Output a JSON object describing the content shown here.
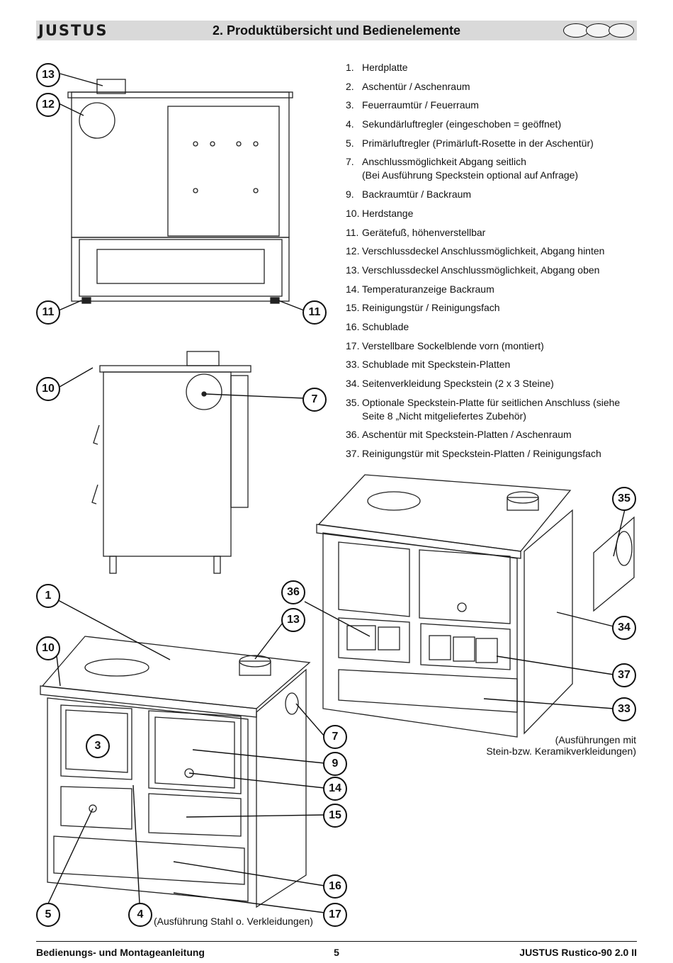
{
  "header": {
    "brand": "JUSTUS",
    "title": "2. Produktübersicht und Bedienelemente"
  },
  "parts": [
    {
      "num": "1.",
      "text": "Herdplatte"
    },
    {
      "num": "2.",
      "text": "Aschentür / Aschenraum"
    },
    {
      "num": "3.",
      "text": "Feuerraumtür / Feuerraum"
    },
    {
      "num": "4.",
      "text": "Sekundärluftregler (eingeschoben = geöffnet)"
    },
    {
      "num": "5.",
      "text": "Primärluftregler (Primärluft-Rosette in der Aschentür)"
    },
    {
      "num": "7.",
      "text": "Anschlussmöglichkeit Abgang seitlich",
      "sub": "(Bei Ausführung Speckstein optional auf Anfrage)"
    },
    {
      "num": "9.",
      "text": "Backraumtür / Backraum"
    },
    {
      "num": "10.",
      "text": "Herdstange"
    },
    {
      "num": "11.",
      "text": "Gerätefuß, höhenverstellbar"
    },
    {
      "num": "12.",
      "text": "Verschlussdeckel Anschlussmöglichkeit, Abgang hinten"
    },
    {
      "num": "13.",
      "text": "Verschlussdeckel Anschlussmöglichkeit, Abgang oben"
    },
    {
      "num": "14.",
      "text": "Temperaturanzeige Backraum"
    },
    {
      "num": "15.",
      "text": "Reinigungstür / Reinigungsfach"
    },
    {
      "num": "16.",
      "text": "Schublade"
    },
    {
      "num": "17.",
      "text": "Verstellbare Sockelblende vorn (montiert)"
    },
    {
      "num": "33.",
      "text": "Schublade mit Speckstein-Platten"
    },
    {
      "num": "34.",
      "text": "Seitenverkleidung Speckstein (2 x 3 Steine)"
    },
    {
      "num": "35.",
      "text": "Optionale Speckstein-Platte für seitlichen Anschluss (siehe",
      "sub": "Seite 8 „Nicht mitgeliefertes Zubehör)"
    },
    {
      "num": "36.",
      "text": "Aschentür mit Speckstein-Platten / Aschenraum"
    },
    {
      "num": "37.",
      "text": "Reinigungstür mit Speckstein-Platten / Reinigungsfach"
    }
  ],
  "callouts": {
    "c13a": "13",
    "c12": "12",
    "c11a": "11",
    "c11b": "11",
    "c10a": "10",
    "c7a": "7",
    "c1": "1",
    "c10b": "10",
    "c13b": "13",
    "c3": "3",
    "c7b": "7",
    "c9": "9",
    "c14": "14",
    "c15": "15",
    "c16": "16",
    "c17": "17",
    "c5": "5",
    "c4": "4",
    "c36": "36",
    "c35": "35",
    "c34": "34",
    "c37": "37",
    "c33": "33"
  },
  "captions": {
    "steel": "(Ausführung Stahl o. Verkleidungen)",
    "stone_line1": "(Ausführungen mit",
    "stone_line2": "Stein-bzw. Keramikverkleidungen)"
  },
  "footer": {
    "left": "Bedienungs- und Montageanleitung",
    "page": "5",
    "right": "JUSTUS Rustico-90 2.0 II"
  }
}
